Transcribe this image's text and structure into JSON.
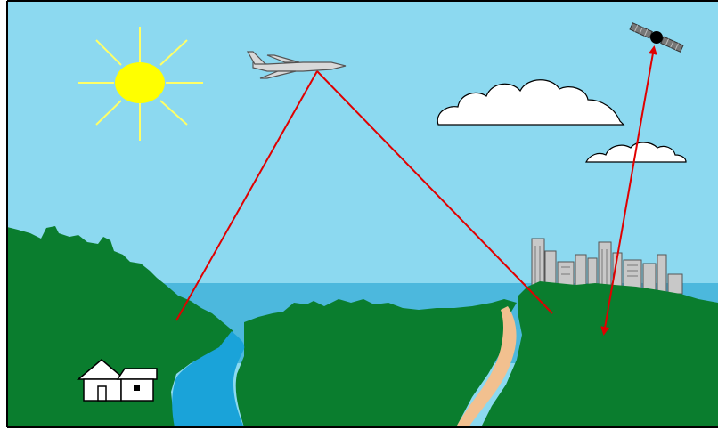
{
  "scene": {
    "colors": {
      "sky": "#8cd9f0",
      "sea": "#4cb8dd",
      "river": "#1aa3d9",
      "land": "#0a7d2e",
      "road": "#f2c08f",
      "sun": "#ffff00",
      "sun_rays": "#ffff66",
      "signal_path": "#e00000",
      "city": "#c8c8c8",
      "cloud": "#ffffff",
      "outline": "#000000"
    },
    "icons": {
      "sun": "sun-icon",
      "aircraft": "airplane-icon",
      "satellite": "satellite-icon",
      "house": "house-icon",
      "city": "city-skyline-icon",
      "clouds": "cloud-icon"
    },
    "signal_paths": [
      {
        "from": "house-area",
        "to": "aircraft",
        "style": "line"
      },
      {
        "from": "aircraft",
        "to": "city-area",
        "style": "line"
      },
      {
        "from": "ground-station",
        "to": "satellite",
        "style": "double-arrow"
      }
    ]
  }
}
